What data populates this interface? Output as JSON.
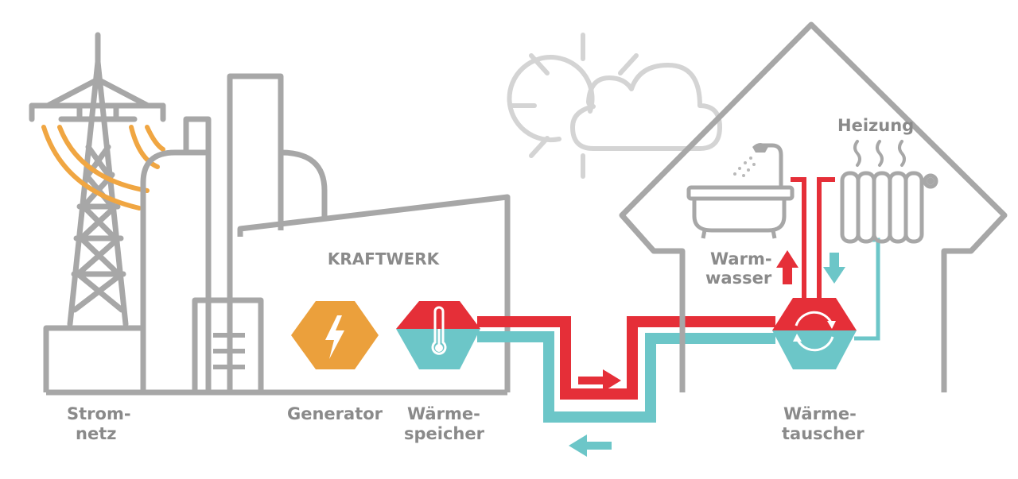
{
  "colors": {
    "outline": "#a7a7a7",
    "cloud": "#d4d4d4",
    "hot": "#e52f38",
    "cold": "#6cc6c8",
    "generator": "#eba03c",
    "wire": "#f0a642",
    "label": "#8a8a8a"
  },
  "icons": [
    "power-pylon-icon",
    "lightning-icon",
    "thermometer-icon",
    "sun-icon",
    "cloud-icon",
    "bathtub-icon",
    "shower-icon",
    "radiator-icon",
    "heat-wave-icon",
    "circular-arrows-icon",
    "arrow-right-icon",
    "arrow-left-icon",
    "arrow-up-icon",
    "arrow-down-icon"
  ],
  "labels": {
    "kraftwerk": "KRAFTWERK",
    "stromnetz": [
      "Strom-",
      "netz"
    ],
    "generator": "Generator",
    "waermespeicher": [
      "Wärme-",
      "speicher"
    ],
    "waermetauscher": [
      "Wärme-",
      "tauscher"
    ],
    "warmwasser": [
      "Warm-",
      "wasser"
    ],
    "heizung": "Heizung"
  }
}
